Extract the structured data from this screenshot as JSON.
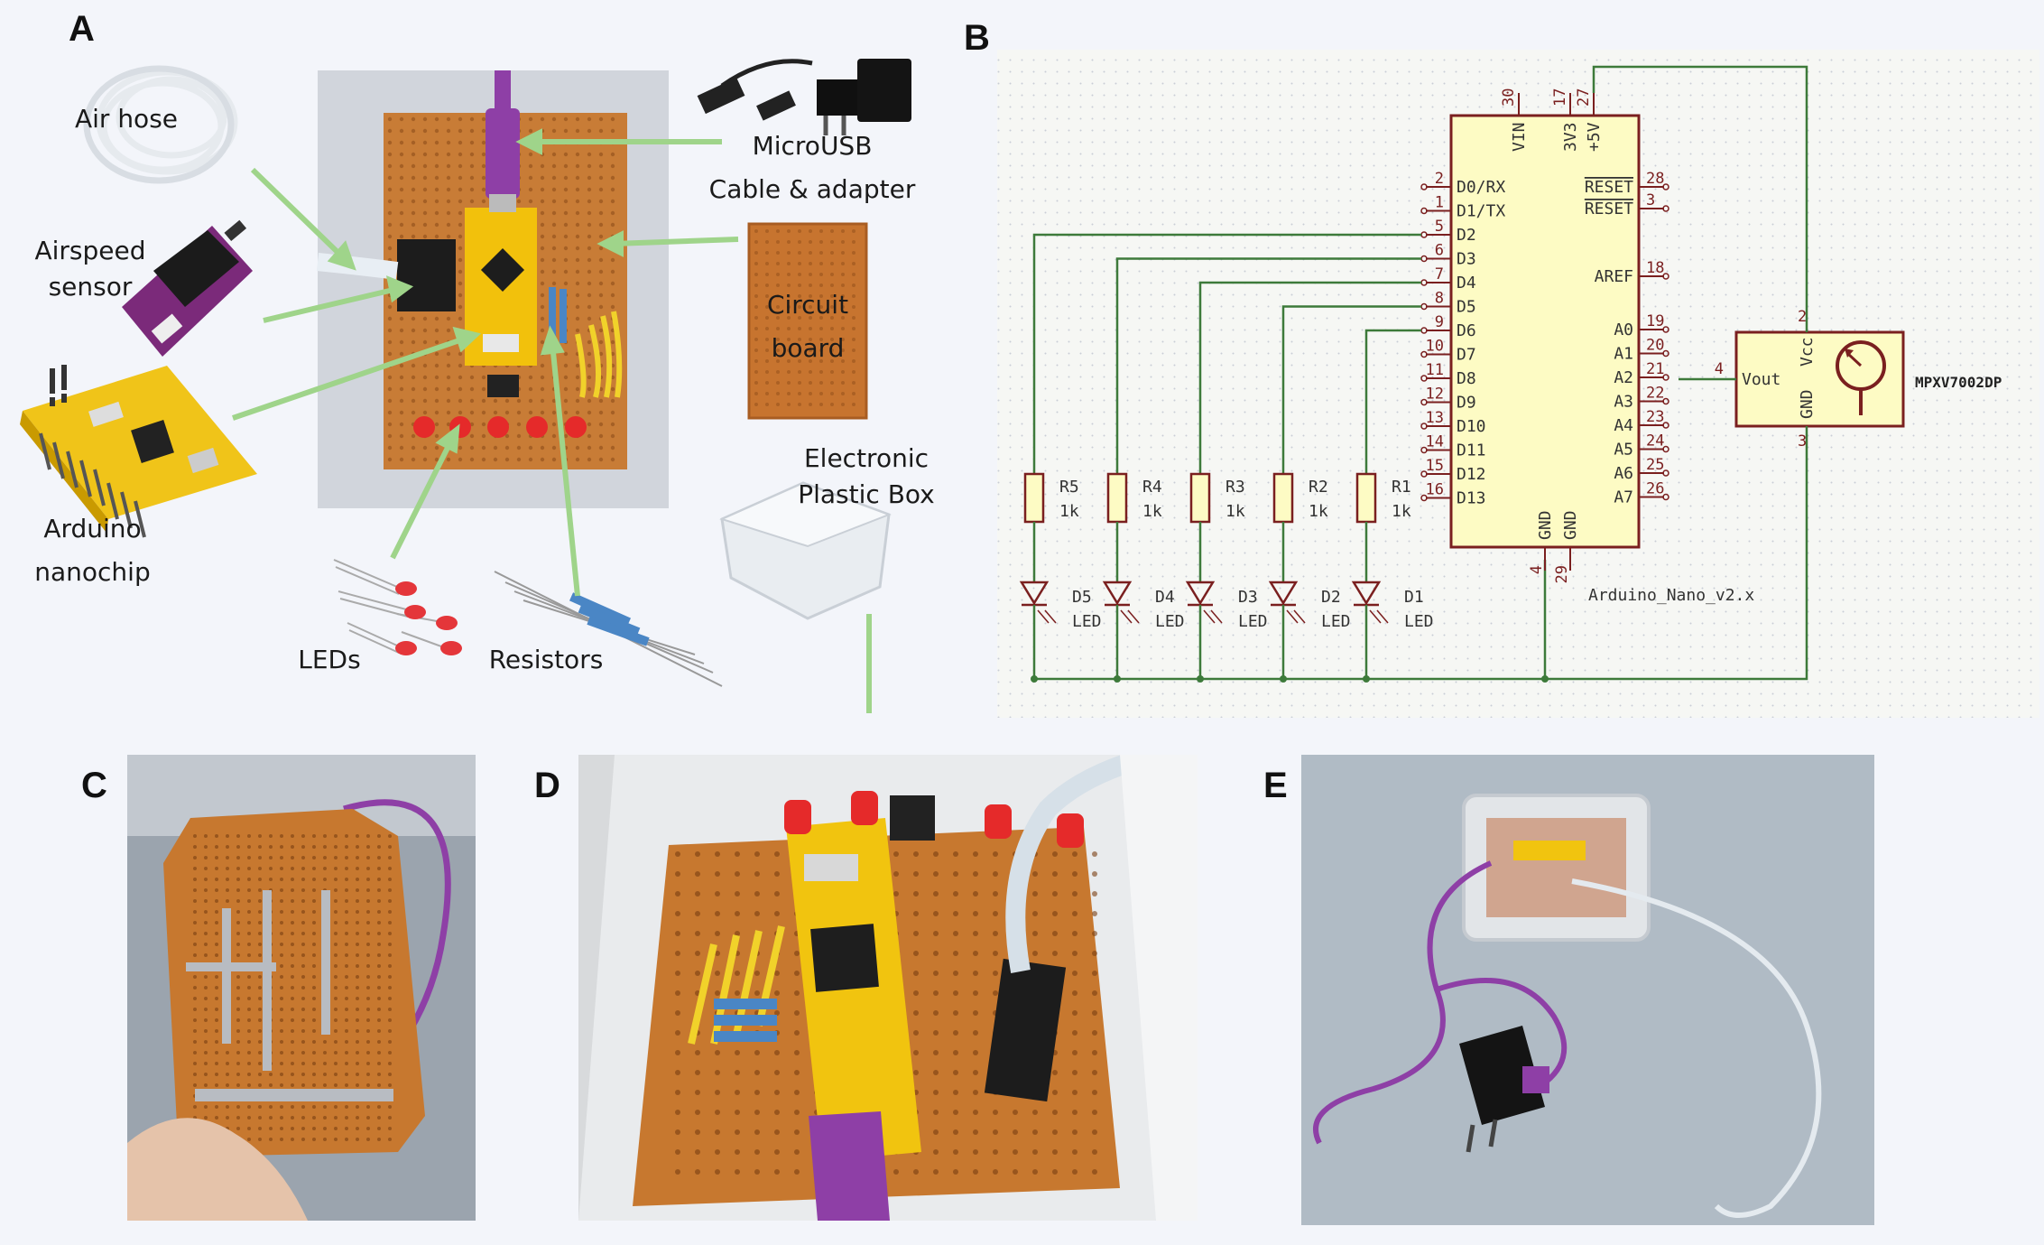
{
  "panels": {
    "a": "A",
    "b": "B",
    "c": "C",
    "d": "D",
    "e": "E"
  },
  "labels": {
    "air_hose": "Air hose",
    "microusb_1": "MicroUSB",
    "microusb_2": "Cable & adapter",
    "airspeed_1": "Airspeed",
    "airspeed_2": "sensor",
    "circuit_1": "Circuit",
    "circuit_2": "board",
    "arduino_1": "Arduino",
    "arduino_2": "nanochip",
    "box_1": "Electronic",
    "box_2": "Plastic Box",
    "leds": "LEDs",
    "resistors": "Resistors"
  },
  "schematic": {
    "left_pins": [
      {
        "num": "2",
        "name": "D0/RX"
      },
      {
        "num": "1",
        "name": "D1/TX"
      },
      {
        "num": "5",
        "name": "D2"
      },
      {
        "num": "6",
        "name": "D3"
      },
      {
        "num": "7",
        "name": "D4"
      },
      {
        "num": "8",
        "name": "D5"
      },
      {
        "num": "9",
        "name": "D6"
      },
      {
        "num": "10",
        "name": "D7"
      },
      {
        "num": "11",
        "name": "D8"
      },
      {
        "num": "12",
        "name": "D9"
      },
      {
        "num": "13",
        "name": "D10"
      },
      {
        "num": "14",
        "name": "D11"
      },
      {
        "num": "15",
        "name": "D12"
      },
      {
        "num": "16",
        "name": "D13"
      }
    ],
    "right_pins_top": [
      {
        "num": "28",
        "name": "RESET"
      },
      {
        "num": "3",
        "name": "RESET"
      },
      {
        "num": "18",
        "name": "AREF"
      }
    ],
    "right_pins_analog": [
      {
        "num": "19",
        "name": "A0"
      },
      {
        "num": "20",
        "name": "A1"
      },
      {
        "num": "21",
        "name": "A2"
      },
      {
        "num": "22",
        "name": "A3"
      },
      {
        "num": "23",
        "name": "A4"
      },
      {
        "num": "24",
        "name": "A5"
      },
      {
        "num": "25",
        "name": "A6"
      },
      {
        "num": "26",
        "name": "A7"
      }
    ],
    "top_pins": [
      {
        "num": "30",
        "name": "VIN"
      },
      {
        "num": "17",
        "name": "3V3"
      },
      {
        "num": "27",
        "name": "+5V"
      }
    ],
    "bottom_pins": [
      {
        "num": "4",
        "name": "GND"
      },
      {
        "num": "29",
        "name": "GND"
      }
    ],
    "resistors": [
      {
        "ref": "R5",
        "val": "1k"
      },
      {
        "ref": "R4",
        "val": "1k"
      },
      {
        "ref": "R3",
        "val": "1k"
      },
      {
        "ref": "R2",
        "val": "1k"
      },
      {
        "ref": "R1",
        "val": "1k"
      }
    ],
    "leds": [
      {
        "ref": "D5",
        "val": "LED"
      },
      {
        "ref": "D4",
        "val": "LED"
      },
      {
        "ref": "D3",
        "val": "LED"
      },
      {
        "ref": "D2",
        "val": "LED"
      },
      {
        "ref": "D1",
        "val": "LED"
      }
    ],
    "mcu_name": "Arduino_Nano_v2.x",
    "sensor": {
      "name": "MPXV7002DP",
      "vout": "Vout",
      "vcc": "Vcc",
      "gnd": "GND",
      "pin_vout": "4",
      "pin_vcc": "2",
      "pin_gnd": "3"
    }
  },
  "colors": {
    "wire": "#3d7a3a",
    "ic_fill": "#fdfbc4",
    "ic_stroke": "#7a1f1f",
    "arrow": "#9fd48a",
    "board": "#c87a3c",
    "nano": "#f1c40f",
    "cable": "#8e3fa6"
  }
}
